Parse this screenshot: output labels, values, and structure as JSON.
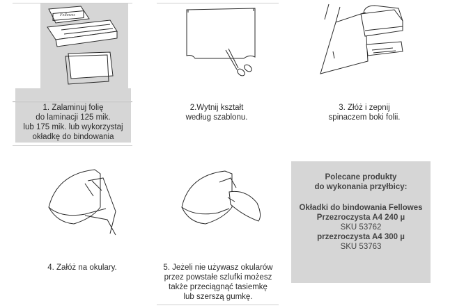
{
  "steps": [
    {
      "caption": "1. Zalaminuj folię\ndo laminacji 125 mik.\nlub 175 mik. lub wykorzystaj\nokładkę do bindowania"
    },
    {
      "caption": "2.Wytnij kształt\nwedług szablonu."
    },
    {
      "caption": "3. Złóż i zepnij\nspinaczem boki folii."
    },
    {
      "caption": "4. Załóż na okulary."
    },
    {
      "caption": "5. Jeżeli nie używasz okularów\nprzez powstałe szlufki możesz\ntakże przeciągnąć tasiemkę\nlub szerszą gumkę."
    }
  ],
  "laminator_brand": "Fellowes",
  "products": {
    "title": "Polecane produkty\ndo wykonania przyłbicy:",
    "name": "Okładki do bindowania Fellowes",
    "variant1": "Przezroczysta A4 240 µ",
    "sku1": "SKU 53762",
    "variant2": "przezroczysta A4 300 µ",
    "sku2": "SKU 53763"
  },
  "colors": {
    "panel": "#d6d6d6",
    "text": "#333333",
    "rule": "#cfcfcf"
  }
}
